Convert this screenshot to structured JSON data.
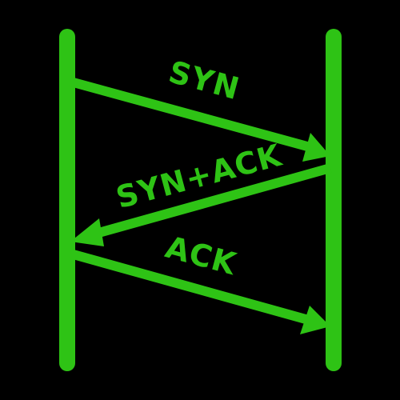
{
  "colors": {
    "background": "#000000",
    "line": "#2ec315"
  },
  "messages": [
    {
      "label": "SYN",
      "direction": "left-to-right"
    },
    {
      "label": "SYN+ACK",
      "direction": "right-to-left"
    },
    {
      "label": "ACK",
      "direction": "left-to-right"
    }
  ]
}
